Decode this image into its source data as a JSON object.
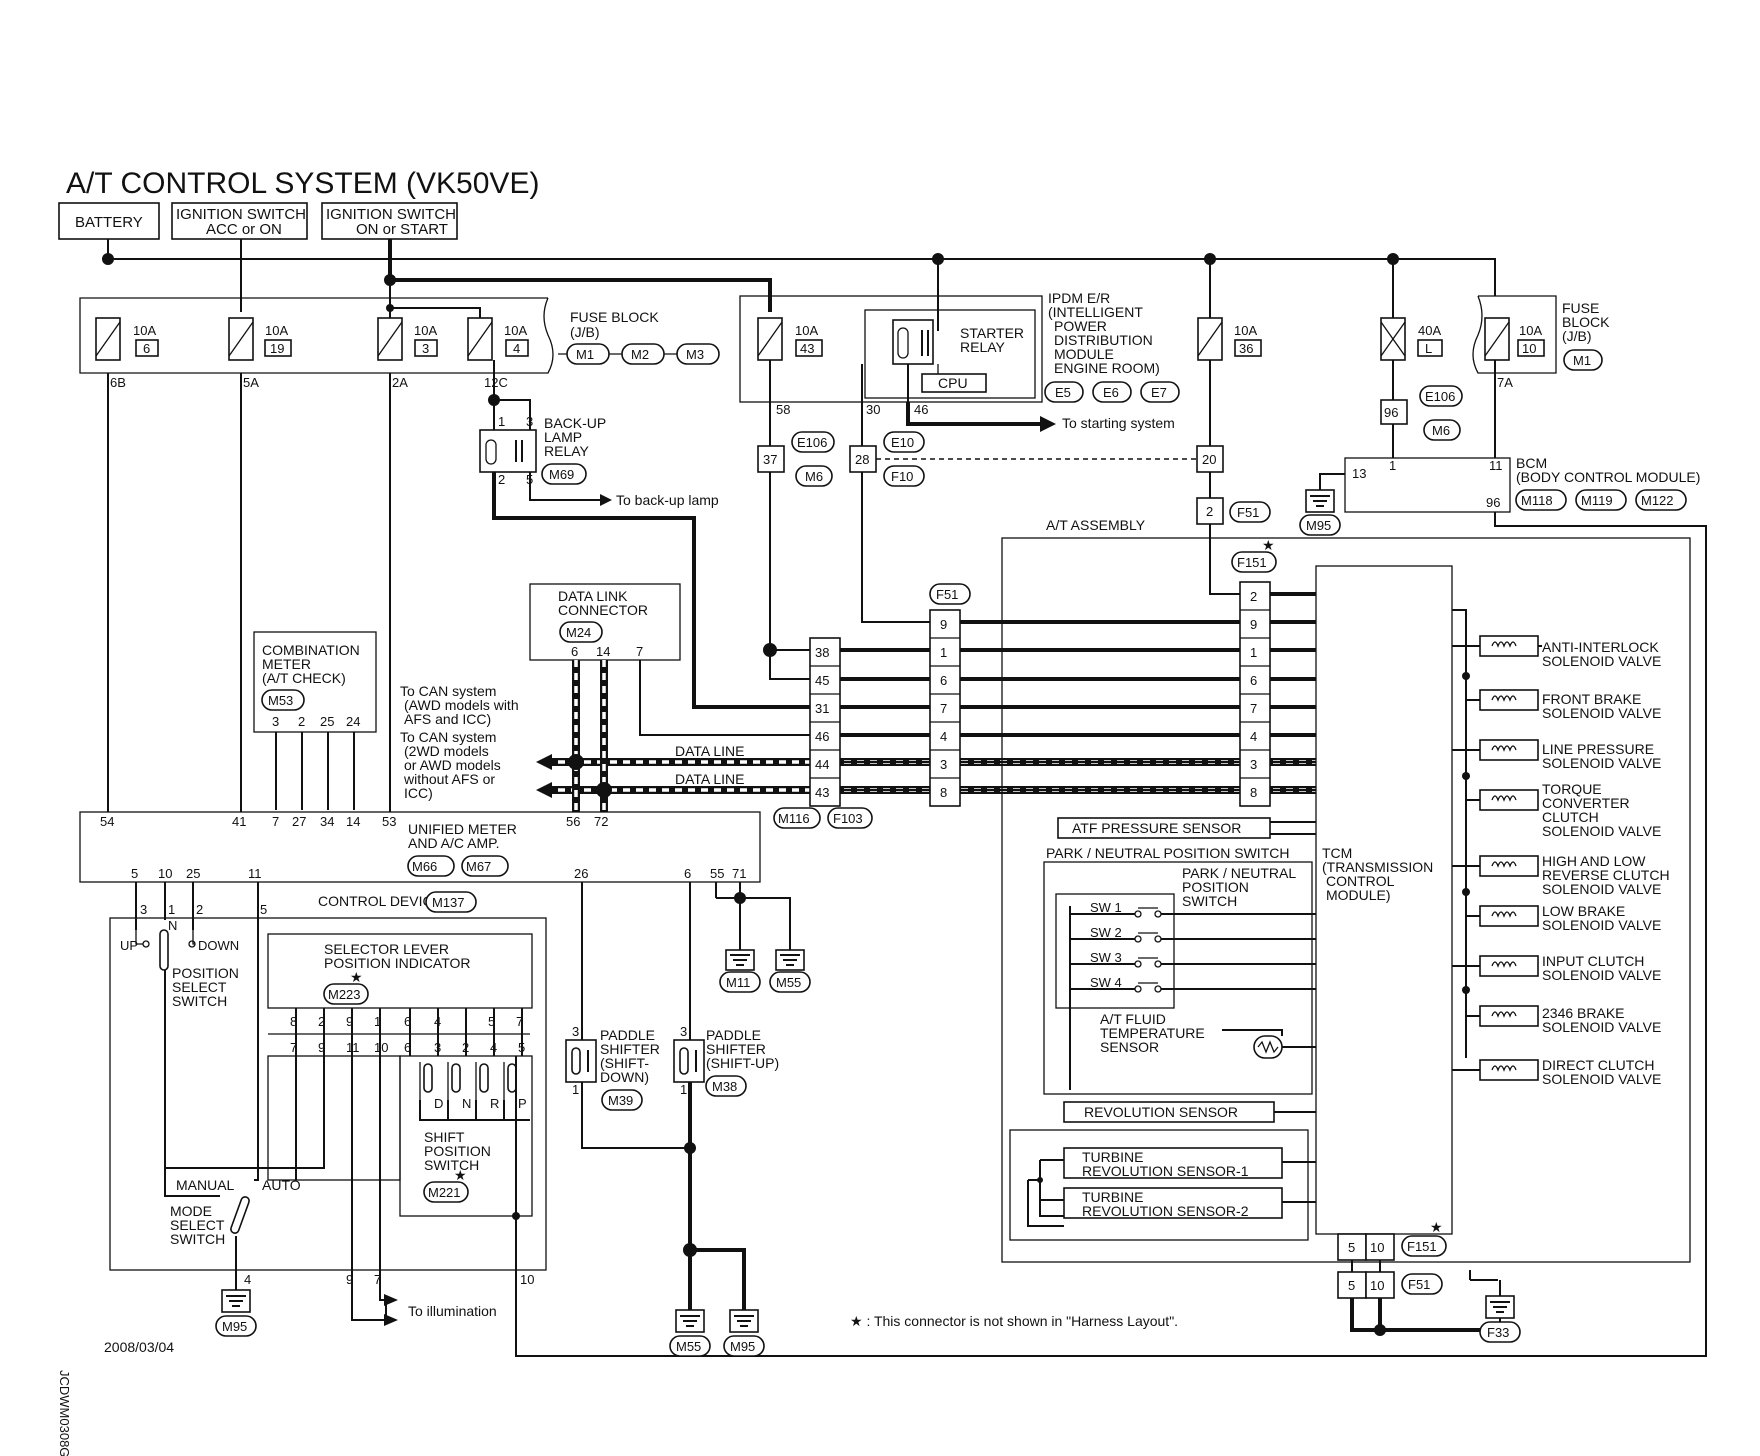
{
  "title": "A/T CONTROL SYSTEM (VK50VE)",
  "date": "2008/03/04",
  "side_code": "JCDWM0308GI",
  "footnote": "★ : This connector is not shown in \"Harness Layout\".",
  "star": "★",
  "power": {
    "battery": "BATTERY",
    "ign_acc_1": "IGNITION SWITCH",
    "ign_acc_2": "ACC or ON",
    "ign_on_1": "IGNITION SWITCH",
    "ign_on_2": "ON or START"
  },
  "fuse_block": {
    "name_1": "FUSE BLOCK",
    "name_2": "(J/B)",
    "conns": [
      "M1",
      "M2",
      "M3"
    ],
    "fuses": [
      {
        "amp": "10A",
        "num": "6",
        "term": "6B"
      },
      {
        "amp": "10A",
        "num": "19",
        "term": "5A"
      },
      {
        "amp": "10A",
        "num": "3",
        "term": "2A"
      },
      {
        "amp": "10A",
        "num": "4",
        "term": "12C"
      }
    ]
  },
  "ipdm": {
    "lines": [
      "IPDM E/R",
      "(INTELLIGENT",
      "POWER",
      "DISTRIBUTION",
      "MODULE",
      "ENGINE ROOM)"
    ],
    "fuse_amp": "10A",
    "fuse_num": "43",
    "relay_1": "STARTER",
    "relay_2": "RELAY",
    "cpu": "CPU",
    "conns": [
      "E5",
      "E6",
      "E7"
    ],
    "t58": "58",
    "t30": "30",
    "t46": "46",
    "to_start": "To starting system"
  },
  "fuse_36": {
    "amp": "10A",
    "num": "36"
  },
  "fuse_L": {
    "amp": "40A",
    "num": "L"
  },
  "fuse_block2": {
    "name_1": "FUSE",
    "name_2": "BLOCK",
    "name_3": "(J/B)",
    "conn": "M1",
    "amp": "10A",
    "num": "10",
    "term": "7A"
  },
  "backup": {
    "l1": "BACK-UP",
    "l2": "LAMP",
    "l3": "RELAY",
    "conn": "M69",
    "t1": "1",
    "t2": "2",
    "t3": "3",
    "t5": "5",
    "to": "To back-up lamp"
  },
  "harness": {
    "e106": "E106",
    "m6": "M6",
    "t37": "37",
    "e10": "E10",
    "f10": "F10",
    "t28": "28",
    "t20": "20",
    "t2": "2",
    "f51": "F51",
    "t96": "96",
    "e106b": "E106",
    "m6b": "M6"
  },
  "bcm": {
    "l1": "BCM",
    "l2": "(BODY CONTROL MODULE)",
    "conns": [
      "M118",
      "M119",
      "M122"
    ],
    "t13": "13",
    "t1": "1",
    "t11": "11",
    "t96": "96",
    "gnd": "M95"
  },
  "dlc": {
    "l1": "DATA LINK",
    "l2": "CONNECTOR",
    "conn": "M24",
    "t6": "6",
    "t14": "14",
    "t7": "7"
  },
  "combo": {
    "l1": "COMBINATION",
    "l2": "METER",
    "l3": "(A/T CHECK)",
    "conn": "M53",
    "terms": [
      "3",
      "2",
      "25",
      "24"
    ]
  },
  "can_text": {
    "a": [
      "To CAN system",
      "(AWD models with",
      "AFS and ICC)"
    ],
    "b": [
      "To CAN system",
      "(2WD models",
      "or AWD models",
      "without AFS or",
      "ICC)"
    ],
    "data_line": "DATA LINE"
  },
  "m116_pins": [
    "38",
    "45",
    "31",
    "46",
    "44",
    "43"
  ],
  "f103_pins": [
    "1",
    "6",
    "7",
    "4",
    "3",
    "8"
  ],
  "f151_pins": [
    "2",
    "9",
    "1",
    "6",
    "7",
    "4",
    "3",
    "8"
  ],
  "f51_col": {
    "head": "F51",
    "top": "9"
  },
  "conn_m116": "M116",
  "conn_f103": "F103",
  "conn_f151": "F151",
  "unified": {
    "l1": "UNIFIED METER",
    "l2": "AND A/C AMP.",
    "conns": [
      "M66",
      "M67"
    ],
    "top": [
      "54",
      "41",
      "7",
      "27",
      "34",
      "14",
      "53",
      "56",
      "72"
    ],
    "bot": [
      "5",
      "10",
      "25",
      "11",
      "26",
      "6",
      "55",
      "71"
    ]
  },
  "control": {
    "label": "CONTROL DEVICE",
    "conn": "M137",
    "t3": "3",
    "t1": "1",
    "t2": "2",
    "t5": "5",
    "up": "UP",
    "n": "N",
    "down": "DOWN",
    "pos_1": "POSITION",
    "pos_2": "SELECT",
    "pos_3": "SWITCH",
    "ind_1": "SELECTOR LEVER",
    "ind_2": "POSITION INDICATOR",
    "ind_conn": "M223",
    "pins_top": [
      "8",
      "2",
      "9",
      "1",
      "6",
      "4",
      "5",
      "7"
    ],
    "pins_bot": [
      "7",
      "9",
      "11",
      "10",
      "6",
      "3",
      "2",
      "4",
      "5"
    ],
    "sw_letters": [
      "D",
      "N",
      "R",
      "P"
    ],
    "shift_1": "SHIFT",
    "shift_2": "POSITION",
    "shift_3": "SWITCH",
    "shift_conn": "M221",
    "manual": "MANUAL",
    "auto": "AUTO",
    "mode_1": "MODE",
    "mode_2": "SELECT",
    "mode_3": "SWITCH",
    "t4": "4",
    "t9": "9",
    "t7": "7",
    "t10": "10",
    "gnd": "M95",
    "illum": "To illumination"
  },
  "paddle_down": {
    "l1": "PADDLE",
    "l2": "SHIFTER",
    "l3": "(SHIFT-",
    "l4": "DOWN)",
    "conn": "M39",
    "t3": "3",
    "t1": "1"
  },
  "paddle_up": {
    "l1": "PADDLE",
    "l2": "SHIFTER",
    "l3": "(SHIFT-UP)",
    "conn": "M38",
    "t3": "3",
    "t1": "1"
  },
  "grounds": [
    "M11",
    "M55",
    "M55",
    "M95",
    "F33"
  ],
  "at_assembly": {
    "label": "A/T ASSEMBLY",
    "atf": "ATF PRESSURE SENSOR",
    "pnp_outer": "PARK / NEUTRAL POSITION SWITCH",
    "pnp_1": "PARK / NEUTRAL",
    "pnp_2": "POSITION",
    "pnp_3": "SWITCH",
    "sw": [
      "SW 1",
      "SW 2",
      "SW 3",
      "SW 4"
    ],
    "fluid_1": "A/T FLUID",
    "fluid_2": "TEMPERATURE",
    "fluid_3": "SENSOR",
    "rev": "REVOLUTION SENSOR",
    "turb1_1": "TURBINE",
    "turb1_2": "REVOLUTION SENSOR-1",
    "turb2_1": "TURBINE",
    "turb2_2": "REVOLUTION SENSOR-2",
    "tcm": [
      "TCM",
      "(TRANSMISSION",
      "CONTROL",
      "MODULE)"
    ],
    "bottom_f151": [
      "5",
      "10"
    ],
    "bottom_f51": [
      "5",
      "10"
    ]
  },
  "valves": [
    [
      "ANTI-INTERLOCK",
      "SOLENOID VALVE"
    ],
    [
      "FRONT BRAKE",
      "SOLENOID VALVE"
    ],
    [
      "LINE PRESSURE",
      "SOLENOID VALVE"
    ],
    [
      "TORQUE",
      "CONVERTER",
      "CLUTCH",
      "SOLENOID VALVE"
    ],
    [
      "HIGH AND LOW",
      "REVERSE CLUTCH",
      "SOLENOID VALVE"
    ],
    [
      "LOW BRAKE",
      "SOLENOID VALVE"
    ],
    [
      "INPUT CLUTCH",
      "SOLENOID VALVE"
    ],
    [
      "2346 BRAKE",
      "SOLENOID VALVE"
    ],
    [
      "DIRECT CLUTCH",
      "SOLENOID VALVE"
    ]
  ]
}
